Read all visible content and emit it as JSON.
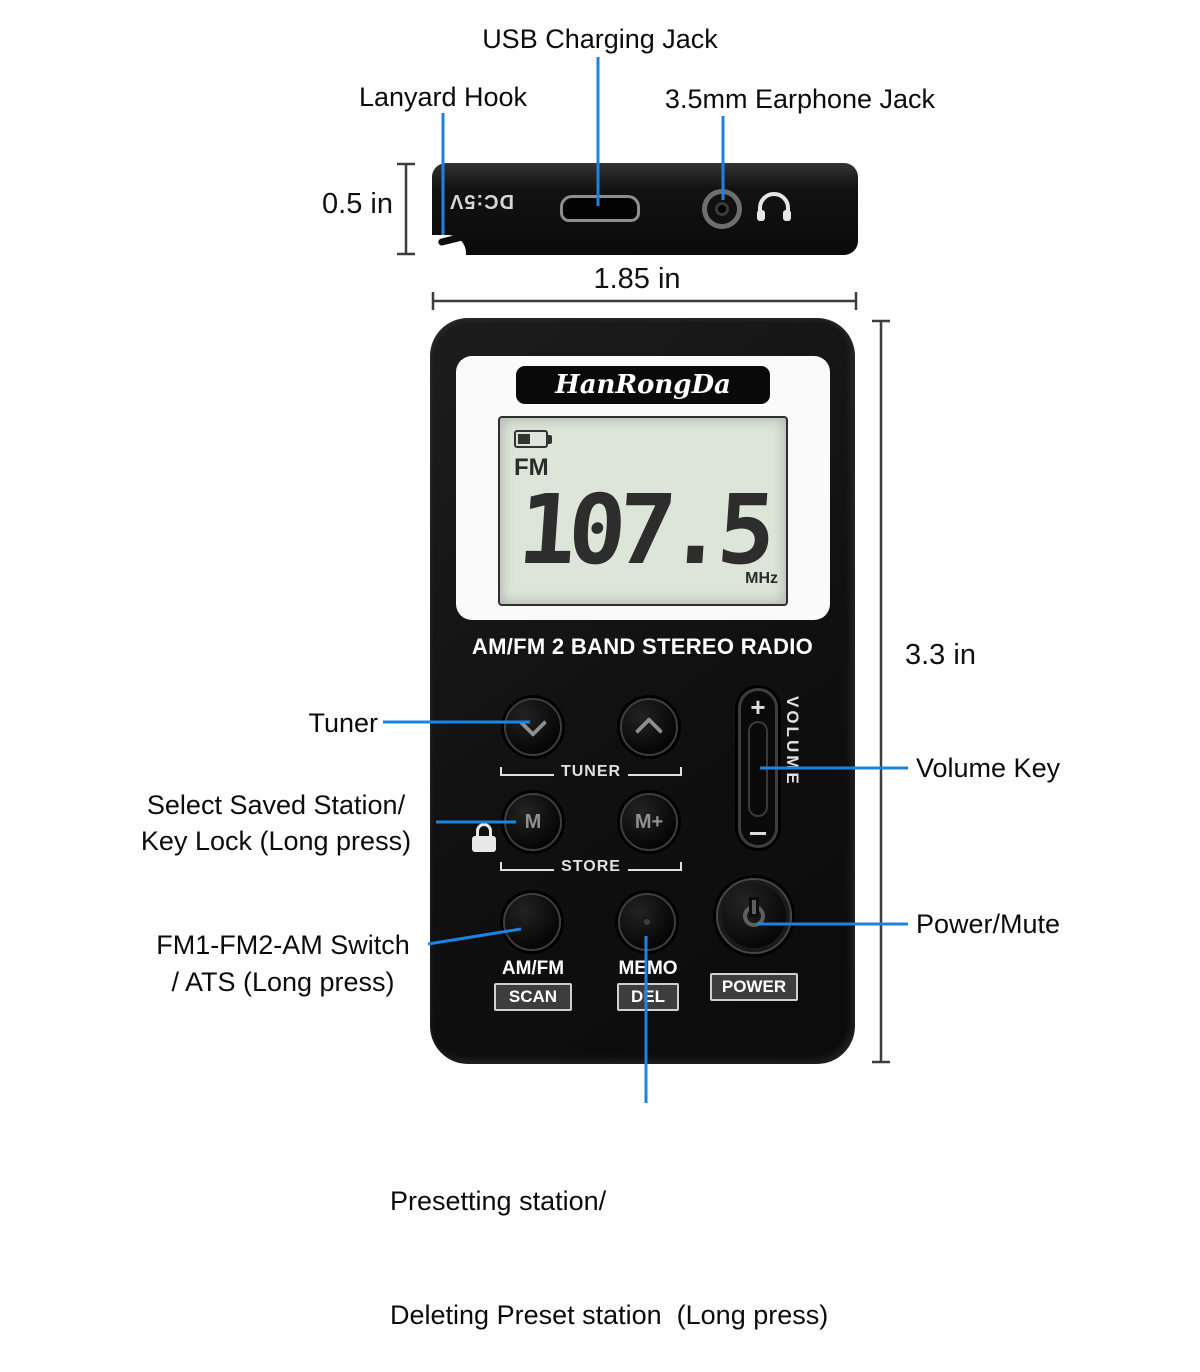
{
  "colors": {
    "leader_line": "#1d82e2",
    "dimension_line": "#3d3d3d",
    "radio_body": "#141414",
    "lcd_background": "#dce5d8"
  },
  "annotations": {
    "usb": "USB Charging Jack",
    "lanyard": "Lanyard Hook",
    "earphone": "3.5mm Earphone Jack",
    "tuner": "Tuner",
    "select_saved_line1": "Select Saved Station/",
    "select_saved_line2": "Key Lock (Long press)",
    "band_switch_line1": "FM1-FM2-AM Switch",
    "band_switch_line2": "/ ATS (Long press)",
    "volume": "Volume Key",
    "power": "Power/Mute",
    "preset_line1": "Presetting station/",
    "preset_line2": "Deleting Preset station  (Long press)"
  },
  "dimensions": {
    "side_height": "0.5 in",
    "width": "1.85 in",
    "front_height": "3.3 in"
  },
  "side_view": {
    "dc_label": "DC:5V"
  },
  "radio": {
    "brand": "HanRongDa",
    "subtitle": "AM/FM 2 BAND STEREO RADIO",
    "lcd": {
      "band": "FM",
      "frequency": "107.5",
      "unit": "MHz"
    },
    "controls": {
      "tuner_group": "TUNER",
      "store_group": "STORE",
      "volume_vertical": "VOLUME",
      "volume_plus": "+",
      "memory_select": "M",
      "memory_add": "M+",
      "band_button": "AM/FM",
      "band_button_sub": "SCAN",
      "memo_button": "MEMO",
      "memo_button_sub": "DEL",
      "power_button": "POWER"
    }
  }
}
